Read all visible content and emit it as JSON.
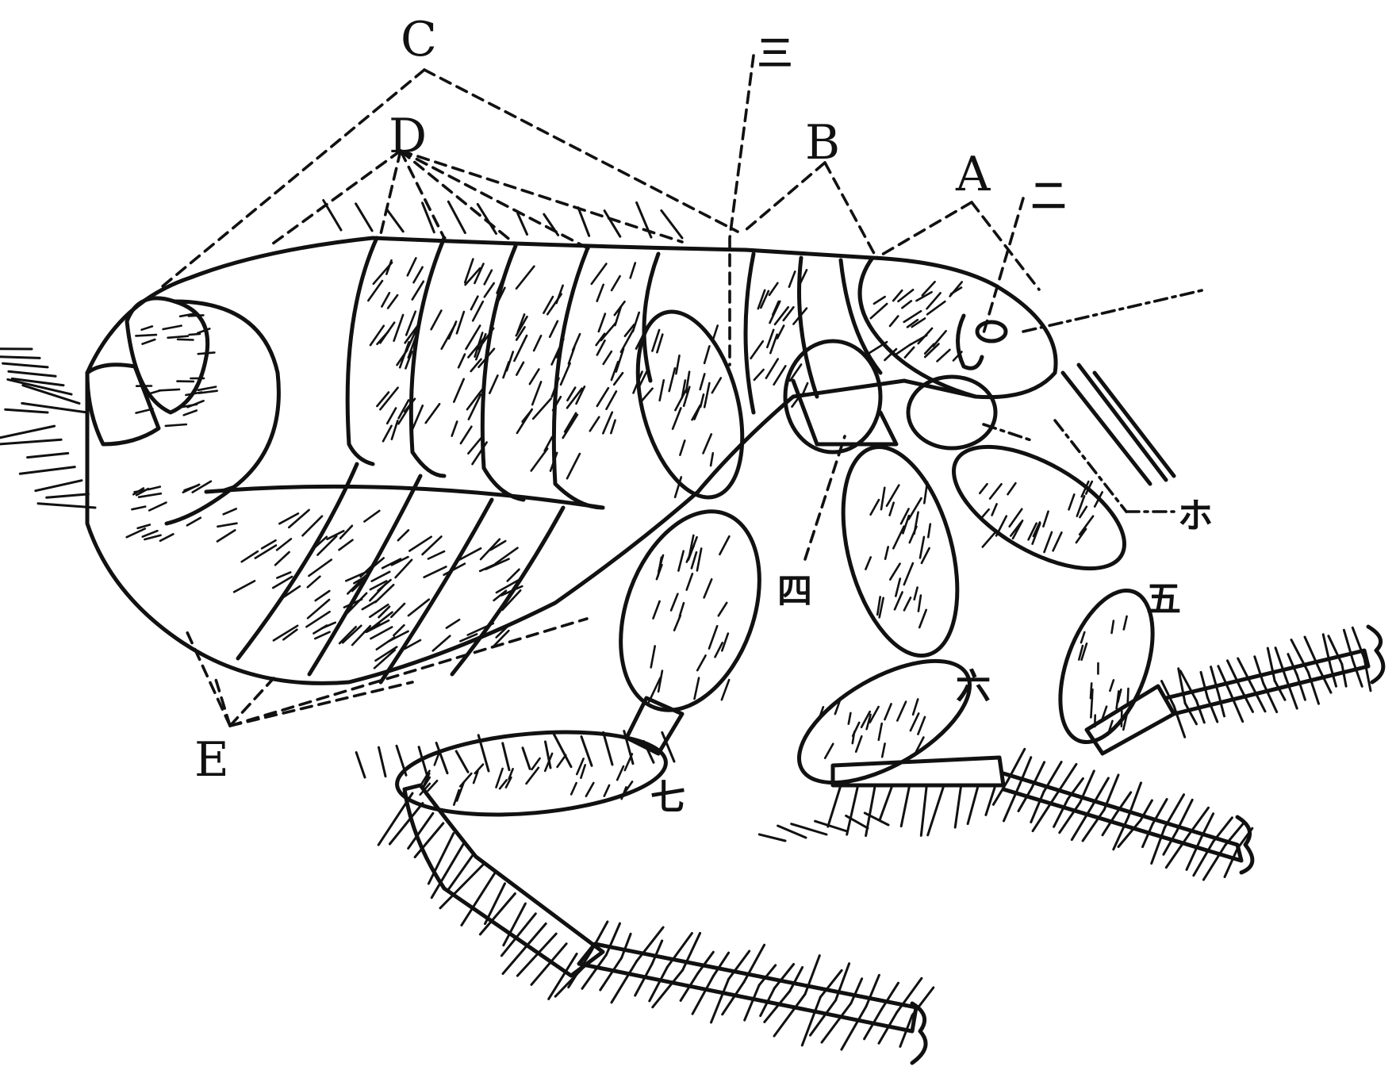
{
  "diagram": {
    "ink_color": "#111111",
    "background": "#ffffff",
    "labels": {
      "A": "A",
      "B": "B",
      "C": "C",
      "D": "D",
      "E": "E",
      "ni": "二",
      "san": "三",
      "yon": "四",
      "go": "五",
      "roku": "六",
      "nana": "七",
      "ho": "ホ"
    }
  }
}
